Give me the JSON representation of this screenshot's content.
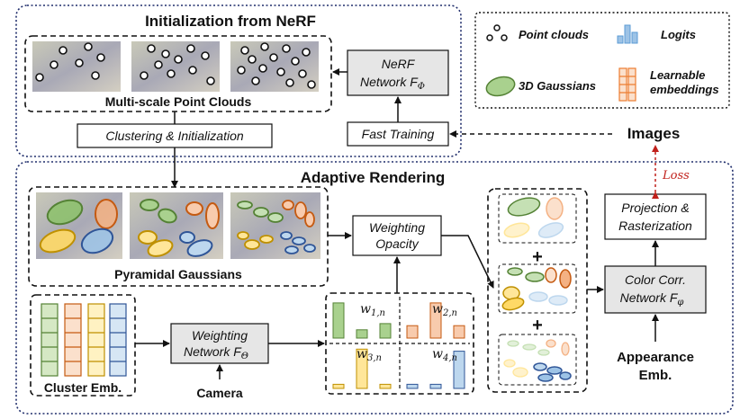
{
  "sections": {
    "init_title": "Initialization from NeRF",
    "adaptive_title": "Adaptive Rendering"
  },
  "init": {
    "point_clouds_label": "Multi-scale Point Clouds",
    "nerf_line1": "NeRF",
    "nerf_line2": "Network F",
    "nerf_sub": "Φ",
    "fast_training": "Fast Training",
    "clustering": "Clustering & Initialization"
  },
  "legend": {
    "point_clouds": "Point clouds",
    "logits": "Logits",
    "gaussians": "3D Gaussians",
    "embed_line1": "Learnable",
    "embed_line2": "embeddings"
  },
  "images_label": "Images",
  "loss_label": "Loss",
  "adaptive": {
    "pyramidal_label": "Pyramidal Gaussians",
    "weighting_opacity_line1": "Weighting",
    "weighting_opacity_line2": "Opacity",
    "cluster_emb": "Cluster Emb.",
    "weighting_net_line1": "Weighting",
    "weighting_net_line2": "Network F",
    "weighting_net_sub": "Θ",
    "camera": "Camera",
    "projection_line1": "Projection &",
    "projection_line2": "Rasterization",
    "color_corr_line1": "Color Corr.",
    "color_corr_line2": "Network F",
    "color_corr_sub": "φ",
    "appearance_line1": "Appearance",
    "appearance_line2": "Emb.",
    "plus": "+"
  },
  "weights": [
    {
      "sym": "w",
      "sub": "1,n"
    },
    {
      "sym": "w",
      "sub": "2,n"
    },
    {
      "sym": "w",
      "sub": "3,n"
    },
    {
      "sym": "w",
      "sub": "4,n"
    }
  ],
  "logit_values": {
    "w1": [
      0.85,
      0.2,
      0.35
    ],
    "w2": [
      0.3,
      0.85,
      0.3
    ],
    "w3": [
      0.1,
      0.95,
      0.1
    ],
    "w4": [
      0.1,
      0.1,
      0.9
    ]
  },
  "colors": {
    "green": "#8cc26a",
    "orange": "#f09a66",
    "yellow": "#f5d85a",
    "blue": "#5b9bd5",
    "dotted_border": "#1f2d6b",
    "loss_red": "#c0201b",
    "box_gray": "#e6e6e6"
  }
}
